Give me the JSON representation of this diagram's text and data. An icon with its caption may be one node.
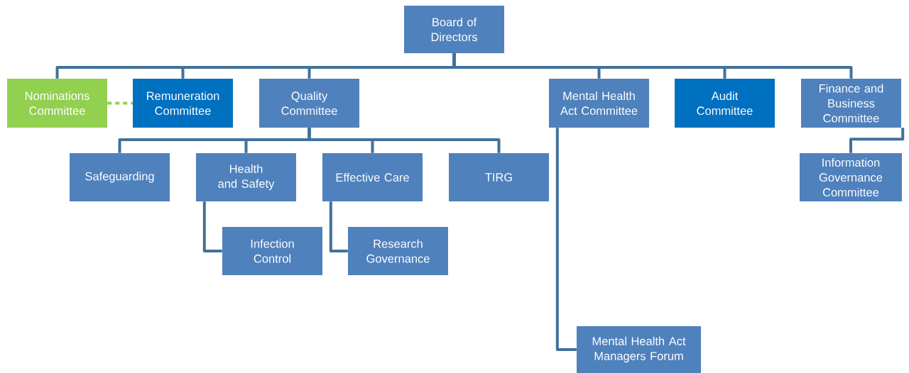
{
  "diagram": {
    "nodes": [
      {
        "text": [
          "Board of Directors"
        ]
      },
      {
        "text": [
          "Nominations Committee"
        ]
      },
      {
        "text": [
          "Remuneration Committee"
        ]
      },
      {
        "text": [
          "Quality Committee"
        ]
      },
      {
        "text": [
          "Mental Health Act Committee"
        ]
      },
      {
        "text": [
          "Audit Committee"
        ]
      },
      {
        "text": [
          "Finance and Business Committee"
        ]
      },
      {
        "text": [
          "Safeguarding"
        ]
      },
      {
        "text": [
          "Health and Safety"
        ]
      },
      {
        "text": [
          "Effective Care"
        ]
      },
      {
        "text": [
          "TIRG"
        ]
      },
      {
        "text": [
          "Infection Control"
        ]
      },
      {
        "text": [
          "Research Governance"
        ]
      },
      {
        "text": [
          "Information Governance Committee"
        ]
      },
      {
        "text": [
          "Mental Health Act Managers Forum"
        ]
      }
    ],
    "edges": [
      {
        "from": 0,
        "to": 1,
        "arrow": "none"
      },
      {
        "from": 0,
        "to": 2,
        "arrow": "none"
      },
      {
        "from": 0,
        "to": 3,
        "arrow": "none"
      },
      {
        "from": 0,
        "to": 4,
        "arrow": "none"
      },
      {
        "from": 0,
        "to": 5,
        "arrow": "none"
      },
      {
        "from": 0,
        "to": 6,
        "arrow": "none"
      },
      {
        "from": 1,
        "to": 2,
        "arrow": "none",
        "style": "dashed",
        "color": "#92d050"
      },
      {
        "from": 3,
        "to": 7,
        "arrow": "none"
      },
      {
        "from": 3,
        "to": 8,
        "arrow": "none"
      },
      {
        "from": 3,
        "to": 9,
        "arrow": "none"
      },
      {
        "from": 3,
        "to": 10,
        "arrow": "none"
      },
      {
        "from": 8,
        "to": 11,
        "arrow": "none"
      },
      {
        "from": 9,
        "to": 12,
        "arrow": "none"
      },
      {
        "from": 4,
        "to": 14,
        "arrow": "none"
      },
      {
        "from": 6,
        "to": 13,
        "arrow": "none"
      }
    ]
  }
}
